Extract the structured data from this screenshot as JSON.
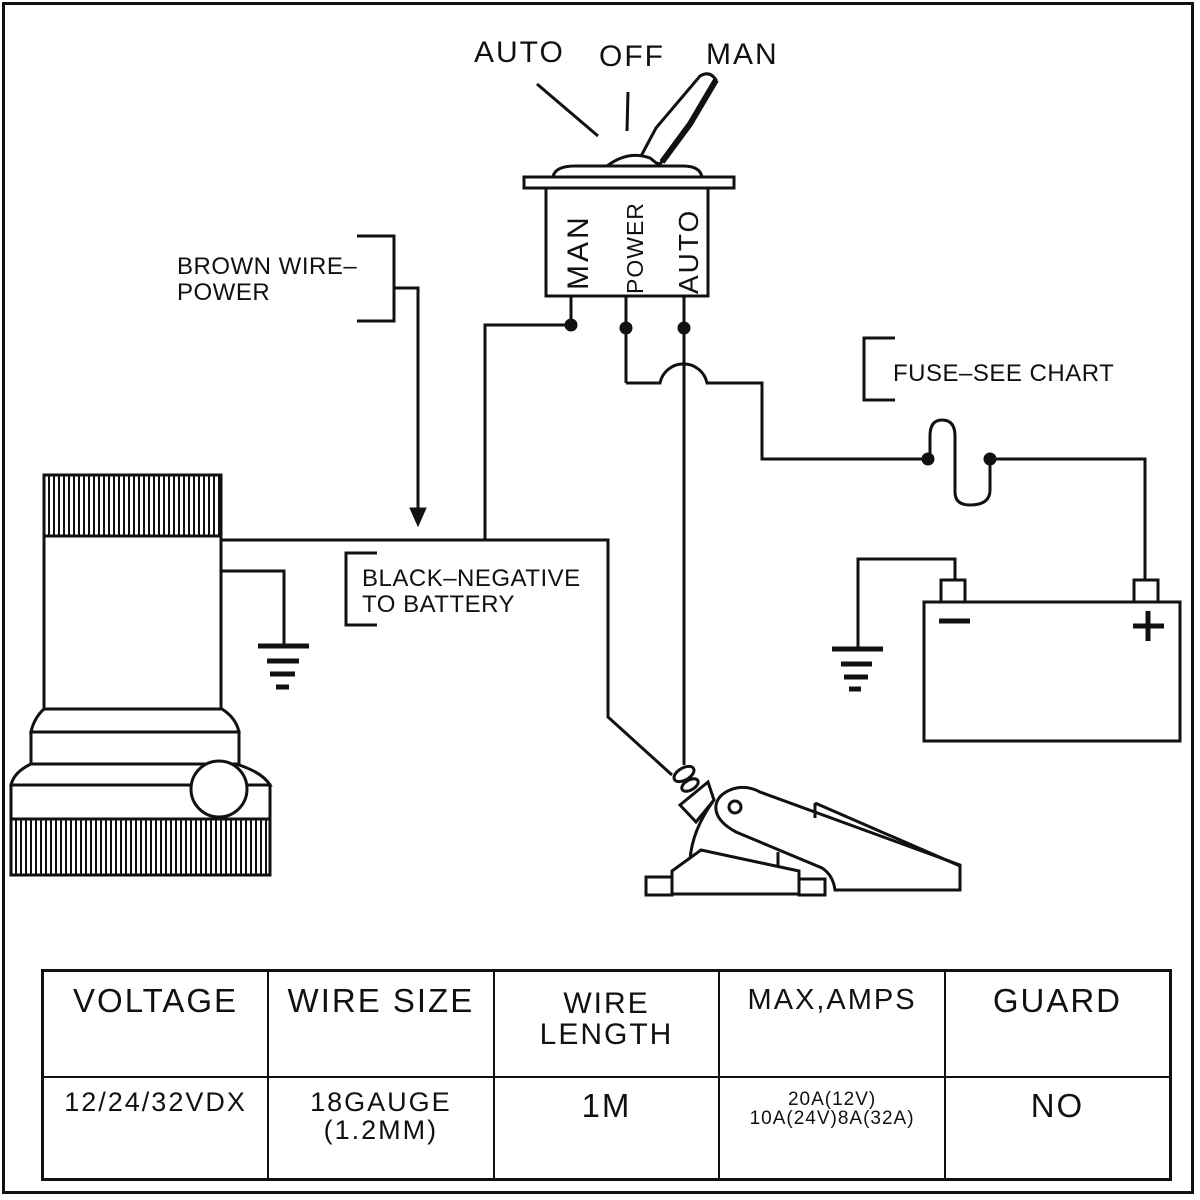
{
  "diagram": {
    "title": "Bilge pump wiring with 3-way switch and float switch",
    "colors": {
      "line": "#111111",
      "background": "#ffffff"
    }
  },
  "switch": {
    "positions": [
      "AUTO",
      "OFF",
      "MAN"
    ],
    "terminals": [
      "MAN",
      "POWER",
      "AUTO"
    ]
  },
  "callouts": {
    "brown_wire_line1": "BROWN WIRE–",
    "brown_wire_line2": "POWER",
    "fuse": "FUSE–SEE CHART",
    "black_neg_line1": "BLACK–NEGATIVE",
    "black_neg_line2": "TO BATTERY"
  },
  "battery": {
    "negative_symbol": "−",
    "positive_symbol": "+"
  },
  "spec_table": {
    "headers": [
      "VOLTAGE",
      "WIRE SIZE",
      "WIRE LENGTH",
      "MAX,AMPS",
      "GUARD"
    ],
    "header_lines": {
      "wire_length_1": "WIRE",
      "wire_length_2": "LENGTH"
    },
    "row": {
      "voltage": "12/24/32VDX",
      "wire_size_1": "18GAUGE",
      "wire_size_2": "(1.2MM)",
      "wire_length": "1M",
      "max_amps_1": "20A(12V)",
      "max_amps_2": "10A(24V)8A(32A)",
      "guard": "NO"
    }
  }
}
